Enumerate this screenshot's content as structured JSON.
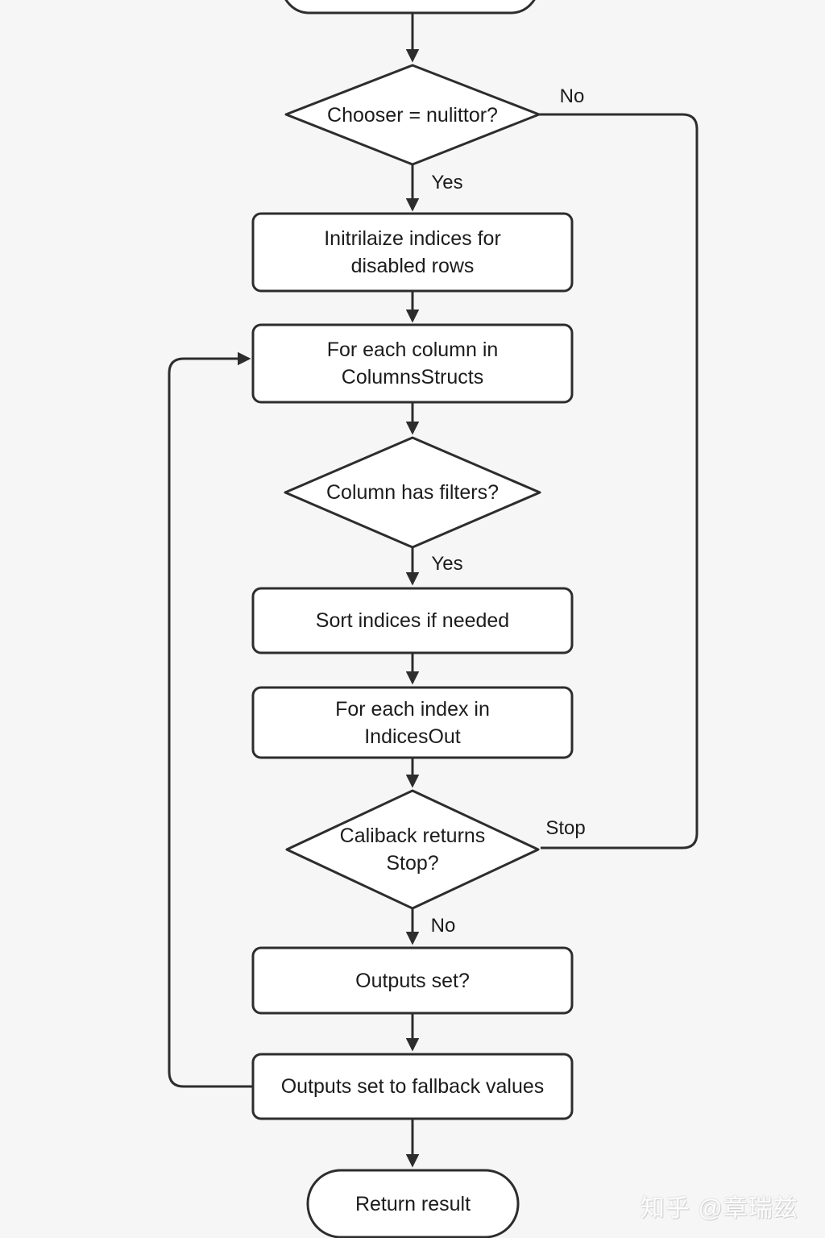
{
  "diagram": {
    "type": "flowchart",
    "background_color": "#f6f6f6",
    "stroke_color": "#2d2d2d",
    "node_fill_color": "#ffffff",
    "text_color": "#1c1c1c",
    "nodes": {
      "start_terminal": {
        "shape": "terminal",
        "note": "partially cut off at top of image",
        "label": ""
      },
      "decision_chooser": {
        "shape": "decision",
        "label": "Chooser = nulittor?"
      },
      "init_indices": {
        "shape": "process",
        "lines": [
          "Initrilaize indices for",
          "disabled rows"
        ]
      },
      "for_each_column": {
        "shape": "process",
        "lines": [
          "For each column in",
          "ColumnsStructs"
        ]
      },
      "decision_filters": {
        "shape": "decision",
        "label": "Column has filters?"
      },
      "sort_indices": {
        "shape": "process",
        "label": "Sort indices if needed"
      },
      "for_each_index": {
        "shape": "process",
        "lines": [
          "For each index in",
          "IndicesOut"
        ]
      },
      "decision_callback": {
        "shape": "decision",
        "lines": [
          "Caliback returns",
          "Stop?"
        ]
      },
      "outputs_set": {
        "shape": "process",
        "label": "Outputs set?"
      },
      "outputs_fallback": {
        "shape": "process",
        "label": "Outputs set to fallback values"
      },
      "return_result": {
        "shape": "terminal",
        "label": "Return result"
      }
    },
    "edge_labels": {
      "chooser_no": "No",
      "chooser_yes": "Yes",
      "filters_yes": "Yes",
      "callback_stop": "Stop",
      "callback_no": "No"
    }
  },
  "watermark": {
    "text": "知乎 @章瑞兹",
    "color": "#fdfdfd"
  }
}
